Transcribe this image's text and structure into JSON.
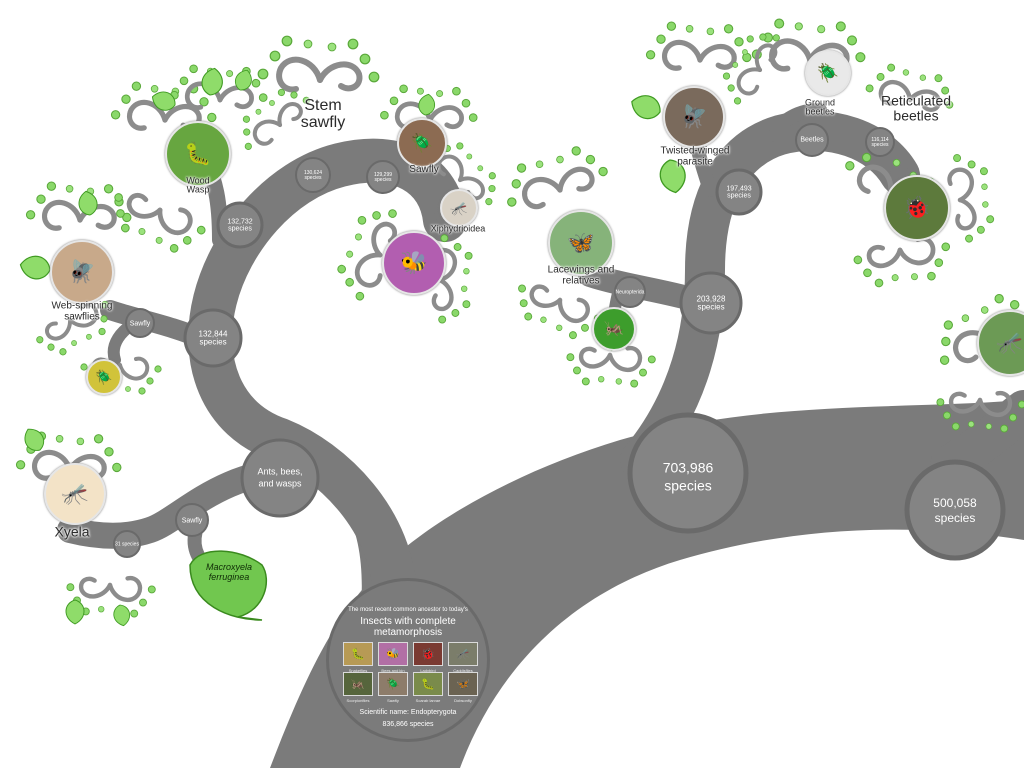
{
  "colors": {
    "branch": "#7b7b7b",
    "node": "#848484",
    "node_ring": "#666666",
    "leaf": "#7ed957",
    "leaf_dark": "#4aa52c",
    "twig": "#8a8a8a"
  },
  "labels": {
    "xyela": "Xyela",
    "sawfly_low": "Sawfly",
    "xyela_count": "31 species",
    "web_spinning": "Web-spinning sawflies",
    "sawfly_mid": "Sawfly",
    "hym_node": "132,844 species",
    "ants": "Ants, bees, and wasps",
    "wood_wasp": "Wood Wasp",
    "count_132732": "132,732 species",
    "stem_sawfly": "Stem sawfly",
    "count_130624": "130,624 species",
    "count_129299": "129,299 species",
    "sawfly_top": "Sawfly",
    "xiphydrioidea": "Xiphydrioidea",
    "lacewings": "Lacewings and relatives",
    "neuropterida": "Neuropterida",
    "count_203928": "203,928 species",
    "twisted": "Twisted-winged parasite",
    "count_197493": "197,493 species",
    "beetles": "Beetles",
    "ground_beetles": "Ground beetles",
    "reticulated": "Reticulated beetles",
    "count_116114": "116,114 species",
    "count_703986": "703,986 species",
    "count_500058": "500,058 species"
  },
  "leaf_label": "Macroxyela ferruginea",
  "ancestor": {
    "intro": "The most recent common ancestor to today's",
    "title": "Insects with complete metamorphosis",
    "scientific": "Scientific name: Endopterygota",
    "count": "836,866 species",
    "thumbs": [
      {
        "caption": "Snakeflies",
        "icon": "🐛",
        "color": "#b79a55"
      },
      {
        "caption": "Bees and kin",
        "icon": "🐝",
        "color": "#b26fa5"
      },
      {
        "caption": "Ladybird",
        "icon": "🐞",
        "color": "#7a3a32"
      },
      {
        "caption": "Caddisflies",
        "icon": "🦟",
        "color": "#7b7d6a"
      },
      {
        "caption": "Scorpionflies",
        "icon": "🦗",
        "color": "#56653c"
      },
      {
        "caption": "Sawfly",
        "icon": "🪲",
        "color": "#8d7c6a"
      },
      {
        "caption": "Scarab larvae",
        "icon": "🐛",
        "color": "#7a8b4b"
      },
      {
        "caption": "Dobsonfly",
        "icon": "🦋",
        "color": "#6b6352"
      }
    ]
  }
}
